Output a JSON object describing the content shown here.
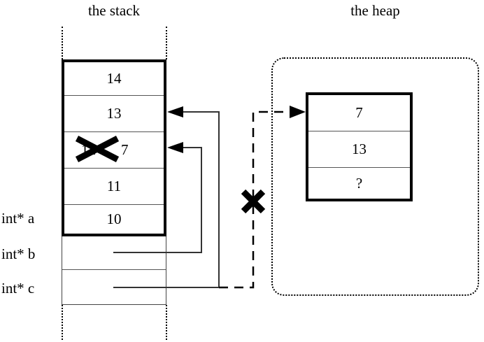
{
  "diagram": {
    "stack": {
      "title": "the stack",
      "frame_cells": [
        {
          "id": "cell-14",
          "value": "14",
          "struck": false,
          "replacement": ""
        },
        {
          "id": "cell-13",
          "value": "13",
          "struck": false,
          "replacement": ""
        },
        {
          "id": "cell-12",
          "value": "12",
          "struck": true,
          "replacement": "7"
        },
        {
          "id": "cell-11",
          "value": "11",
          "struck": false,
          "replacement": ""
        },
        {
          "id": "cell-10",
          "value": "10",
          "struck": false,
          "replacement": ""
        }
      ],
      "lower_cells": [
        {
          "id": "cell-b",
          "value": ""
        },
        {
          "id": "cell-c",
          "value": ""
        }
      ],
      "labels": [
        {
          "id": "label-a",
          "text": "int* a"
        },
        {
          "id": "label-b",
          "text": "int* b"
        },
        {
          "id": "label-c",
          "text": "int* c"
        }
      ]
    },
    "heap": {
      "title": "the heap",
      "block_cells": [
        {
          "id": "heap-cell-7",
          "value": "7"
        },
        {
          "id": "heap-cell-13",
          "value": "13"
        },
        {
          "id": "heap-cell-unknown",
          "value": "?"
        }
      ]
    },
    "annotations": {
      "struck_value_mark": "x-cross",
      "broken_pointer_mark": "x-cross"
    },
    "colors": {
      "ink": "#000000",
      "connector": "#333333",
      "background": "#ffffff"
    }
  }
}
